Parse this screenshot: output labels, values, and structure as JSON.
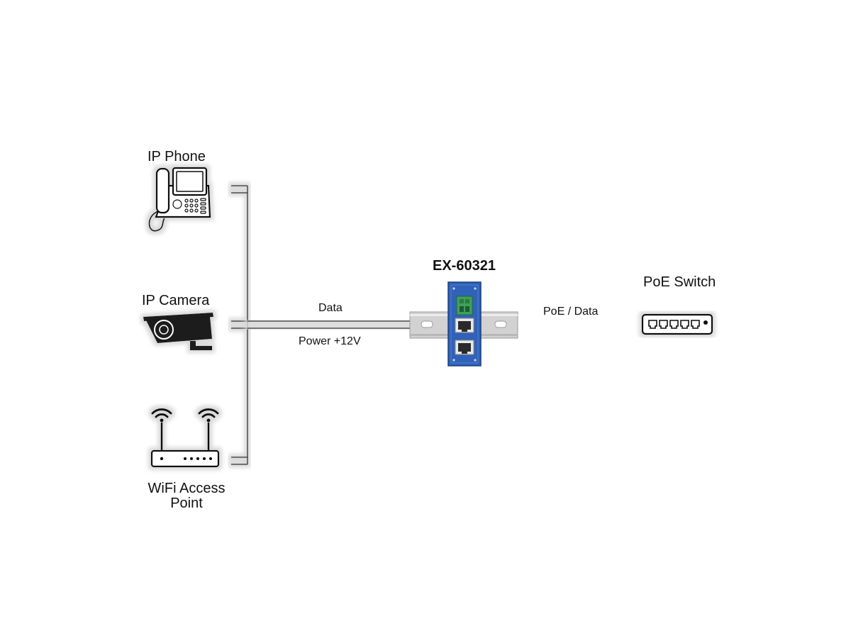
{
  "devices": {
    "ip_phone": "IP Phone",
    "ip_camera": "IP Camera",
    "wifi_ap_line1": "WiFi Access",
    "wifi_ap_line2": "Point",
    "poe_switch": "PoE Switch"
  },
  "module": {
    "model": "EX-60321"
  },
  "links": {
    "data": "Data",
    "power": "Power +12V",
    "poe_data": "PoE / Data"
  },
  "colors": {
    "line": "#222222",
    "halo": "#e6e6e6",
    "module_blue": "#2f62b8",
    "terminal_green": "#3fa05a",
    "rail": "#cfcfcf"
  },
  "icons": [
    "ip-phone-icon",
    "ip-camera-icon",
    "wifi-router-icon",
    "din-rail-icon",
    "poe-module-icon",
    "poe-switch-icon"
  ]
}
